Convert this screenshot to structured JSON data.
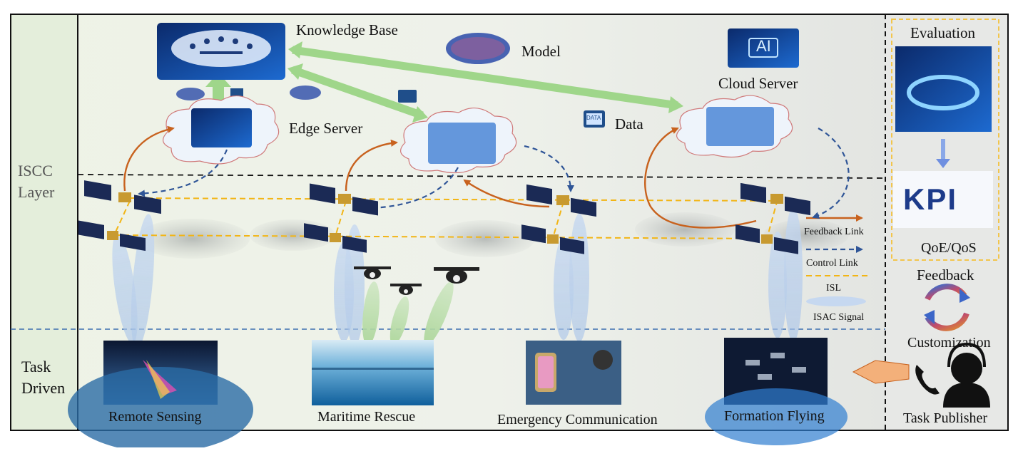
{
  "diagram": {
    "layers": {
      "iscc": "ISCC\nLayer",
      "task": "Task\nDriven"
    },
    "nodes": {
      "knowledge_base": "Knowledge Base",
      "model": "Model",
      "cloud_server": "Cloud Server",
      "edge_server": "Edge Server",
      "data": "Data",
      "ai_chip": "AI",
      "data_chip": "DATA"
    },
    "legend": {
      "feedback_link": "Feedback Link",
      "control_link": "Control Link",
      "isl": "ISL",
      "isac_signal": "ISAC Signal"
    },
    "tasks": {
      "remote_sensing": "Remote Sensing",
      "maritime_rescue": "Maritime Rescue",
      "emergency_communication": "Emergency Communication",
      "formation_flying": "Formation Flying"
    },
    "evaluation": {
      "title": "Evaluation",
      "kpi": "KPI",
      "qoe_qos": "QoE/QoS",
      "feedback": "Feedback",
      "customization": "Customization",
      "task_publisher": "Task Publisher"
    },
    "colors": {
      "feedback": "#c8621e",
      "control": "#2f5597",
      "isl": "#f2b515",
      "big_arrow": "#9fd68a",
      "dashed_border": "#f2c54c"
    }
  }
}
